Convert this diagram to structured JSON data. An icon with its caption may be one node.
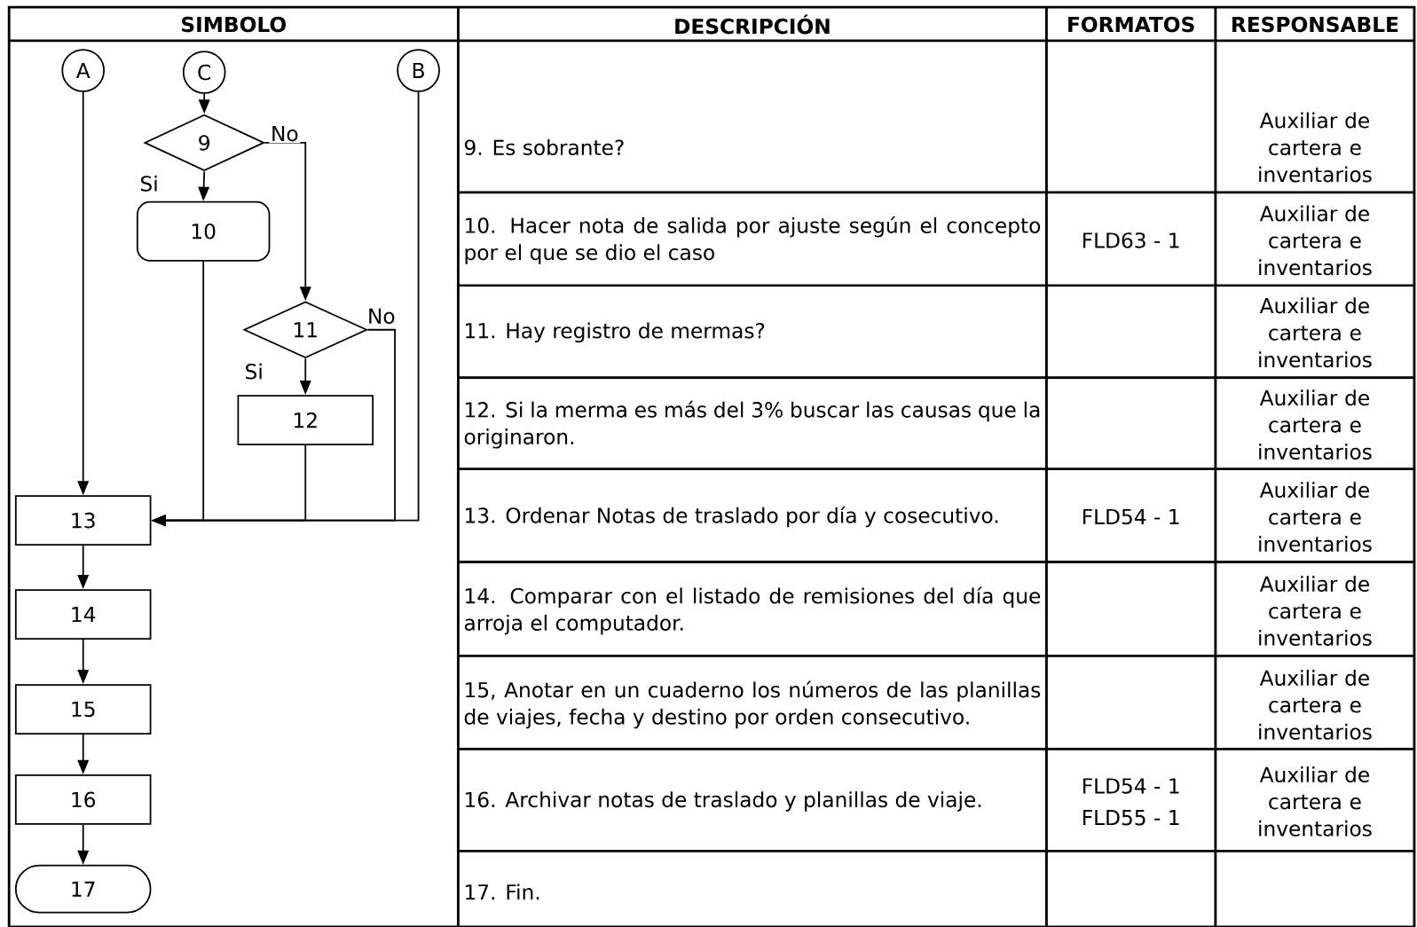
{
  "diagram": {
    "nodes": [
      {
        "text": [
          "A"
        ]
      },
      {
        "text": [
          "C"
        ]
      },
      {
        "text": [
          "B"
        ]
      },
      {
        "text": [
          "9"
        ]
      },
      {
        "text": [
          "10"
        ]
      },
      {
        "text": [
          "11"
        ]
      },
      {
        "text": [
          "12"
        ]
      },
      {
        "text": [
          "13"
        ]
      },
      {
        "text": [
          "14"
        ]
      },
      {
        "text": [
          "15"
        ]
      },
      {
        "text": [
          "16"
        ]
      },
      {
        "text": [
          "17"
        ]
      }
    ],
    "edges": [
      {
        "from": 0,
        "to": 7,
        "arrow": "to"
      },
      {
        "from": 1,
        "to": 3,
        "arrow": "to"
      },
      {
        "from": 3,
        "to": 4,
        "arrow": "to",
        "label": "Si"
      },
      {
        "from": 3,
        "to": 5,
        "arrow": "to",
        "label": "No"
      },
      {
        "from": 4,
        "to": 7,
        "arrow": "to"
      },
      {
        "from": 5,
        "to": 6,
        "arrow": "to",
        "label": "Si"
      },
      {
        "from": 5,
        "to": 7,
        "arrow": "to",
        "label": "No"
      },
      {
        "from": 6,
        "to": 7,
        "arrow": "to"
      },
      {
        "from": 2,
        "to": 7,
        "arrow": "to"
      },
      {
        "from": 7,
        "to": 8,
        "arrow": "to"
      },
      {
        "from": 8,
        "to": 9,
        "arrow": "to"
      },
      {
        "from": 9,
        "to": 10,
        "arrow": "to"
      },
      {
        "from": 10,
        "to": 11,
        "arrow": "to"
      }
    ],
    "labels": [
      "SIMBOLO",
      "DESCRIPCIÓN",
      "FORMATOS",
      "RESPONSABLE",
      "9. Es sobrante?",
      "Auxiliar de cartera e inventarios",
      "10. Hacer nota de salida por ajuste según el concepto por el que se dio el caso",
      "FLD63 - 1",
      "Auxiliar de cartera e inventarios",
      "11. Hay registro de mermas?",
      "Auxiliar de cartera e inventarios",
      "12. Si la merma es más del 3% buscar las causas que la originaron.",
      "Auxiliar de cartera e inventarios",
      "13. Ordenar Notas de traslado por día y cosecutivo.",
      "FLD54 - 1",
      "Auxiliar de cartera e inventarios",
      "14. Comparar con el listado de remisiones del día que arroja el computador.",
      "Auxiliar de cartera e inventarios",
      "15, Anotar en un cuaderno los números de las planillas de viajes, fecha y destino por orden consecutivo.",
      "Auxiliar de cartera e inventarios",
      "16. Archivar notas de traslado y planillas de viaje.",
      "FLD54 - 1",
      "FLD55 - 1",
      "Auxiliar de cartera e inventarios",
      "17. Fin."
    ]
  }
}
